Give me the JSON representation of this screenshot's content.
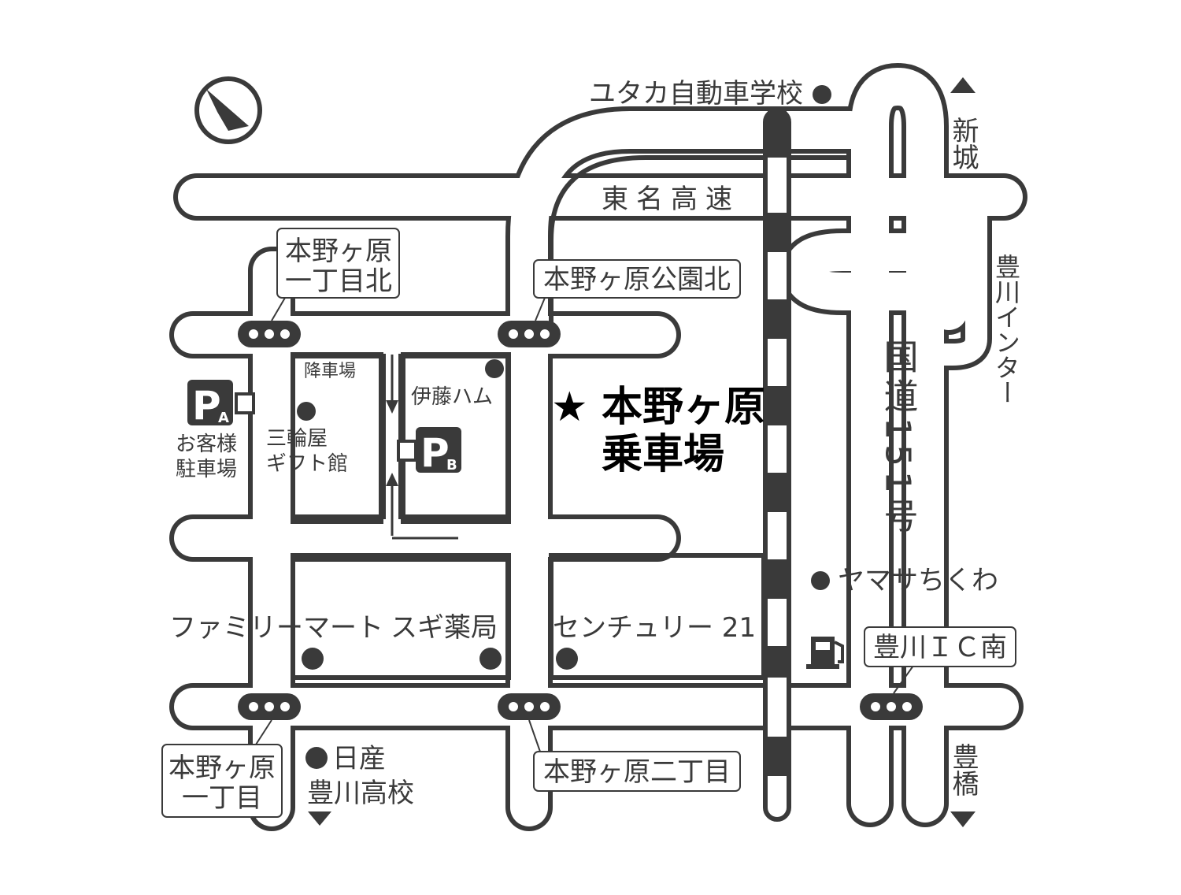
{
  "places": {
    "driving_school": "ユタカ自動車学校",
    "expressway": "東名高速",
    "direction_north": "新城",
    "interchange": "豊川インター",
    "route": "国道151号",
    "destination_line1": "本野ヶ原",
    "destination_line2": "乗車場",
    "star": "★",
    "itoham": "伊藤ハム",
    "drop_off": "降車場",
    "miwaya_line1": "三輪屋",
    "miwaya_line2": "ギフト館",
    "guest_parking_line1": "お客様",
    "guest_parking_line2": "駐車場",
    "yamasa": "ヤマサちくわ",
    "familymart": "ファミリーマート",
    "sugi": "スギ薬局",
    "century": "センチュリー 21",
    "nissan": "日産",
    "high_school": "豊川高校",
    "direction_south": "豊橋"
  },
  "parking": {
    "a_letter": "P",
    "a_sub": "A",
    "b_letter": "P",
    "b_sub": "B"
  },
  "intersections": {
    "motonogahara_1_kita_line1": "本野ヶ原",
    "motonogahara_1_kita_line2": "一丁目北",
    "koen_kita": "本野ヶ原公園北",
    "ic_minami": "豊川ＩＣ南",
    "motonogahara_1_line1": "本野ヶ原",
    "motonogahara_1_line2": "一丁目",
    "motonogahara_2": "本野ヶ原二丁目"
  },
  "colors": {
    "road_outline": "#3a3a3a",
    "road_fill": "#ffffff",
    "railway": "#3a3a3a",
    "text": "#3a3a3a",
    "title": "#000000"
  },
  "icons": [
    "compass-icon",
    "parking-icon",
    "traffic-light-icon",
    "gas-station-icon",
    "landmark-dot-icon",
    "arrow-up-icon",
    "arrow-down-icon"
  ]
}
